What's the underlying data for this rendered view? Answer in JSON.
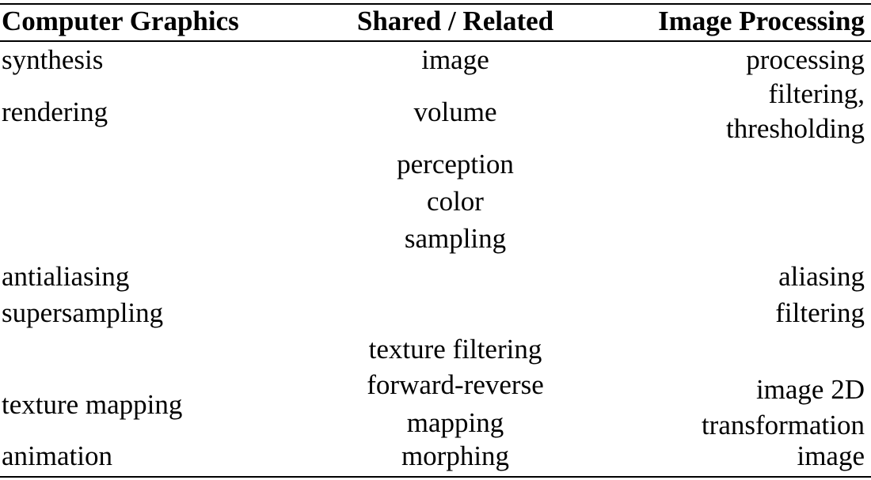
{
  "headers": {
    "left": "Computer Graphics",
    "middle": "Shared / Related",
    "right": "Image Processing"
  },
  "rows": [
    {
      "left": "synthesis",
      "middle": [
        "image"
      ],
      "right": [
        "processing"
      ]
    },
    {
      "left": "rendering",
      "middle": [
        "volume"
      ],
      "right": [
        "filtering,",
        "thresholding"
      ]
    },
    {
      "left": "",
      "middle": [
        "perception",
        "color",
        "sampling"
      ],
      "right": []
    },
    {
      "left": "antialiasing",
      "middle": [],
      "right": [
        "aliasing"
      ]
    },
    {
      "left": "supersampling",
      "middle": [],
      "right": [
        "filtering"
      ]
    },
    {
      "left": "texture mapping",
      "middle": [
        "texture filtering",
        "forward-reverse",
        "mapping"
      ],
      "right": [
        "image 2D",
        "transformation"
      ]
    },
    {
      "left": "animation",
      "middle": [
        "morphing"
      ],
      "right": [
        "image"
      ]
    }
  ]
}
